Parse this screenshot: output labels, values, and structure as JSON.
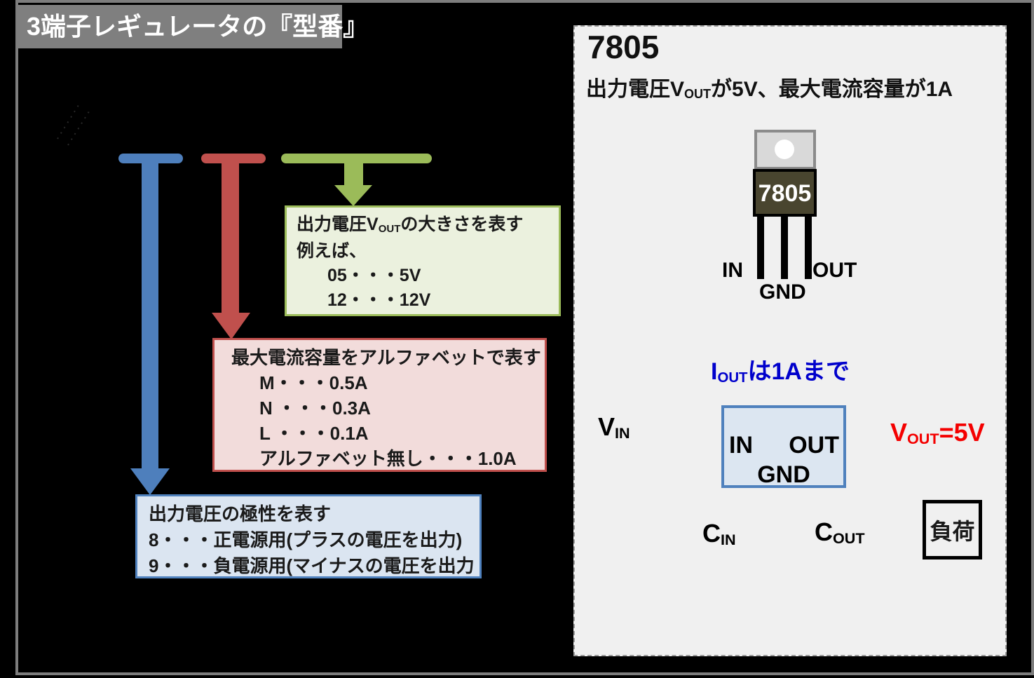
{
  "page": {
    "title": "3端子レギュレータの『型番』"
  },
  "colors": {
    "background": "#000000",
    "frame_gray": "#7d7d7d",
    "title_bar_bg": "#7f7f7f",
    "arrow_blue": "#4e7fbc",
    "arrow_red": "#c0504d",
    "arrow_green": "#9bbb59",
    "box_voltage_bg": "#ebf1de",
    "box_current_bg": "#f2dcdb",
    "box_polarity_bg": "#dbe5f1",
    "panel_bg": "#f0f0f0",
    "package_body": "#49452f",
    "accent_blue_text": "#0000cc",
    "accent_red_text": "#f40000"
  },
  "legend_boxes": {
    "voltage": {
      "line1_pre": "出力電圧V",
      "line1_sub": "OUT",
      "line1_post": "の大きさを表す",
      "line2": "例えば、",
      "items": [
        "05・・・5V",
        "12・・・12V"
      ]
    },
    "current": {
      "title": "最大電流容量をアルファベットで表す",
      "items": [
        "M・・・0.5A",
        "N ・・・0.3A",
        "L ・・・0.1A",
        "アルファベット無し・・・1.0A"
      ]
    },
    "polarity": {
      "lines": [
        "出力電圧の極性を表す",
        "8・・・正電源用(プラスの電圧を出力)",
        "9・・・負電源用(マイナスの電圧を出力"
      ]
    }
  },
  "panel": {
    "title": "7805",
    "subtitle_pre": "出力電圧V",
    "subtitle_sub": "OUT",
    "subtitle_post": "が5V、最大電流容量が1A",
    "package": {
      "marking": "7805",
      "pin_in": "IN",
      "pin_gnd": "GND",
      "pin_out": "OUT"
    },
    "circuit": {
      "vin_base": "V",
      "vin_sub": "IN",
      "cin_base": "C",
      "cin_sub": "IN",
      "cout_base": "C",
      "cout_sub": "OUT",
      "vout_base": "V",
      "vout_sub": "OUT",
      "vout_post": "=5V",
      "iout_base": "I",
      "iout_sub": "OUT",
      "iout_post": "は1Aまで",
      "reg_in": "IN",
      "reg_out": "OUT",
      "reg_gnd": "GND",
      "load": "負荷"
    }
  }
}
